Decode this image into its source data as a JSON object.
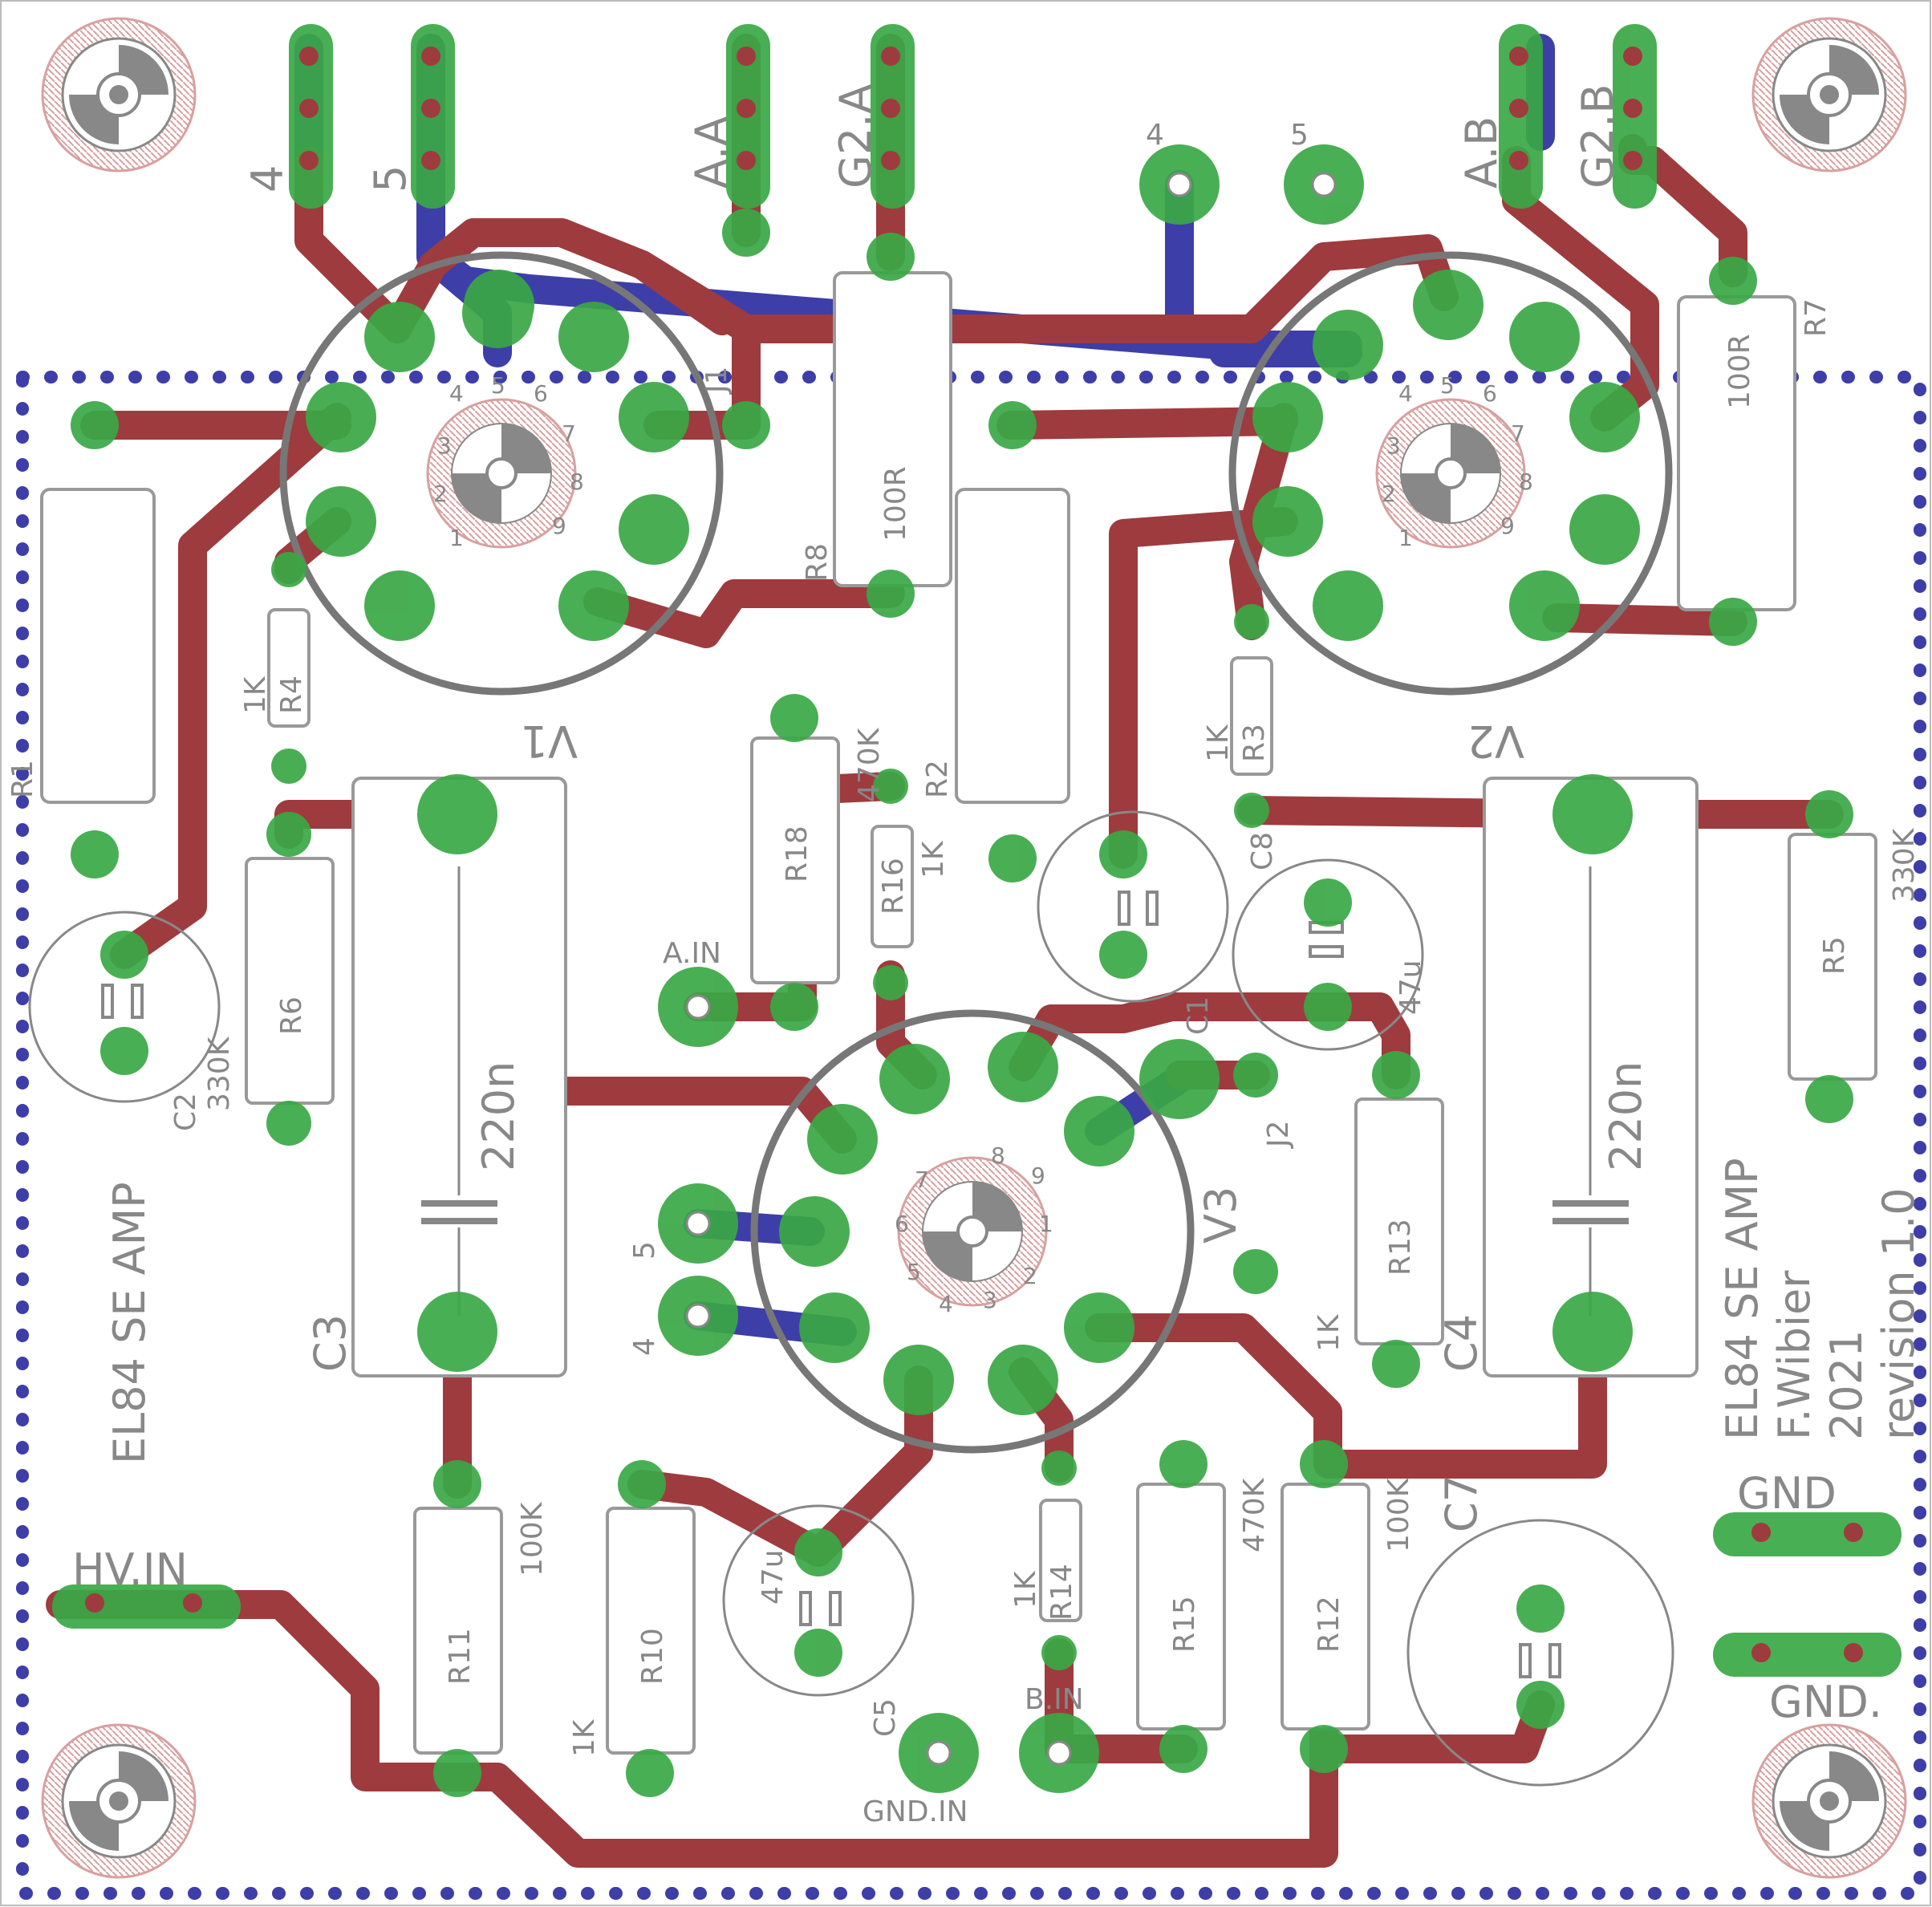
{
  "colors": {
    "background": "#ffffff",
    "top_copper": "#9e3b3e",
    "bottom_copper": "#3e3ea8",
    "pad": "#3aa845",
    "silkscreen": "#888888",
    "outline_dots": "#3e3ea8",
    "mount_hole": "#d8a0a0"
  },
  "labels": {
    "conn_4": "4",
    "conn_5": "5",
    "conn_AA": "A.A",
    "conn_G2A": "G2.A",
    "conn_AB": "A.B",
    "conn_G2B": "G2.B",
    "tube_v1": "V1",
    "tube_v2": "V2",
    "tube_v3": "V3",
    "j1": "J1",
    "j2": "J2",
    "a_in": "A.IN",
    "b_in": "B.IN",
    "hv_in": "HV.IN",
    "gnd_in": "GND.IN",
    "gnd1": "GND",
    "gnd2": "GND.",
    "title_left": "EL84 SE AMP",
    "title_right": "EL84 SE AMP",
    "author": "F.Wibier",
    "year": "2021",
    "revision": "revision 1.0",
    "pad_4": "4",
    "pad_5": "5"
  },
  "parts": {
    "R1": {
      "name": "R1"
    },
    "R2": {
      "name": "R2"
    },
    "R3": {
      "name": "R3",
      "value": "1K"
    },
    "R4": {
      "name": "R4",
      "value": "1K"
    },
    "R5": {
      "name": "R5",
      "value": "330K"
    },
    "R6": {
      "name": "R6"
    },
    "R7": {
      "name": "R7",
      "value": "100R"
    },
    "R8": {
      "name": "R8",
      "value": "100R"
    },
    "R10": {
      "name": "R10",
      "value": "1K"
    },
    "R11": {
      "name": "R11",
      "value": "100K"
    },
    "R12": {
      "name": "R12",
      "value": "100K"
    },
    "R13": {
      "name": "R13",
      "value": "1K"
    },
    "R14": {
      "name": "R14",
      "value": "1K"
    },
    "R15": {
      "name": "R15",
      "value": "470K"
    },
    "R16": {
      "name": "R16",
      "value": "1K"
    },
    "R18": {
      "name": "R18",
      "value": "470K"
    },
    "C1": {
      "name": "C1",
      "value": "47u"
    },
    "C2": {
      "name": "C2",
      "value": "330K"
    },
    "C3": {
      "name": "C3",
      "value": "220n"
    },
    "C4": {
      "name": "C4",
      "value": "220n"
    },
    "C5": {
      "name": "C5",
      "value": "47u"
    },
    "C7": {
      "name": "C7"
    },
    "C8": {
      "name": "C8"
    }
  },
  "pin_numbers": [
    "1",
    "2",
    "3",
    "4",
    "5",
    "6",
    "7",
    "8",
    "9"
  ]
}
